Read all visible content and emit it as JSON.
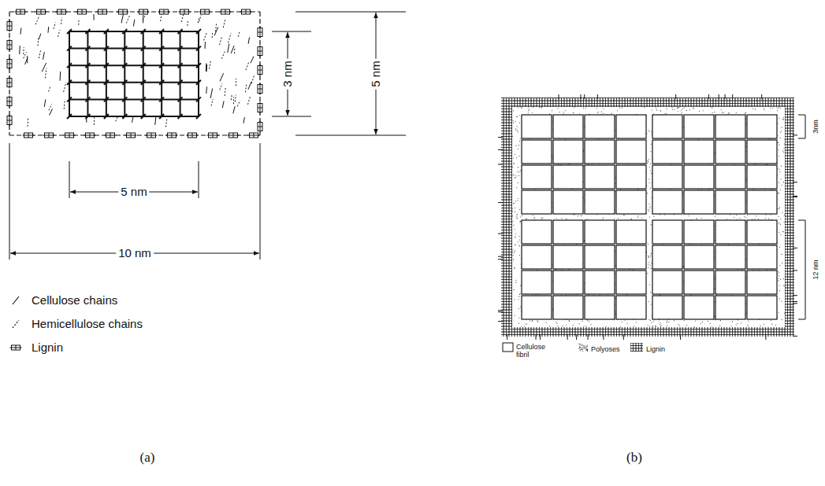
{
  "diagram": {
    "labels": [
      "3 nm",
      "5 nm",
      "5 nm",
      "10 nm",
      "(a)",
      "3nm",
      "12 nm",
      "(b)"
    ],
    "legend": [
      {
        "text": "Cellulose chains"
      },
      {
        "text": "Hemicellulose chains"
      },
      {
        "text": "Lignin"
      },
      {
        "text": "Cellulose fibril"
      },
      {
        "text": "Polyoses"
      },
      {
        "text": "Lignin"
      }
    ]
  }
}
